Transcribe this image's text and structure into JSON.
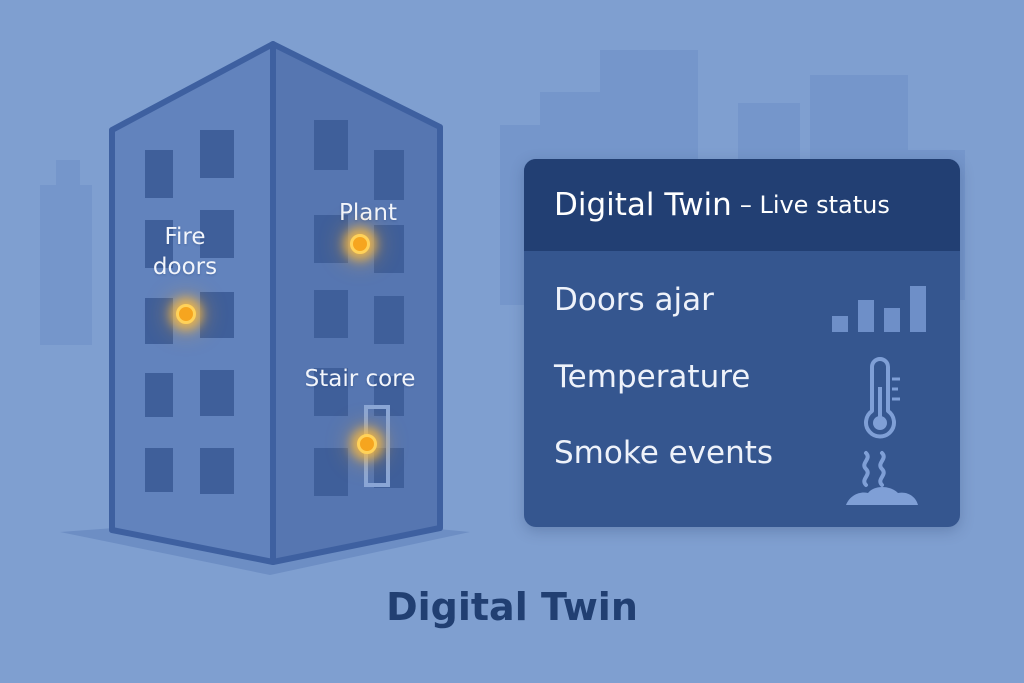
{
  "colors": {
    "background": "#7f9fd0",
    "building_face": "#5b7cb8",
    "building_outline": "#3e60a0",
    "window": "#3f5f9a",
    "panel": "#35568f",
    "panel_header": "#223f73",
    "sensor_glow": "#f6a51f",
    "caption": "#213f72"
  },
  "building": {
    "labels": {
      "fire_doors": "Fire\ndoors",
      "plant": "Plant",
      "stair_core": "Stair core"
    }
  },
  "panel": {
    "title": "Digital Twin",
    "subtitle": "– Live status",
    "rows": [
      {
        "label": "Doors ajar",
        "icon": "bar-chart-icon"
      },
      {
        "label": "Temperature",
        "icon": "thermometer-icon"
      },
      {
        "label": "Smoke events",
        "icon": "smoke-icon"
      }
    ]
  },
  "caption": "Digital Twin"
}
